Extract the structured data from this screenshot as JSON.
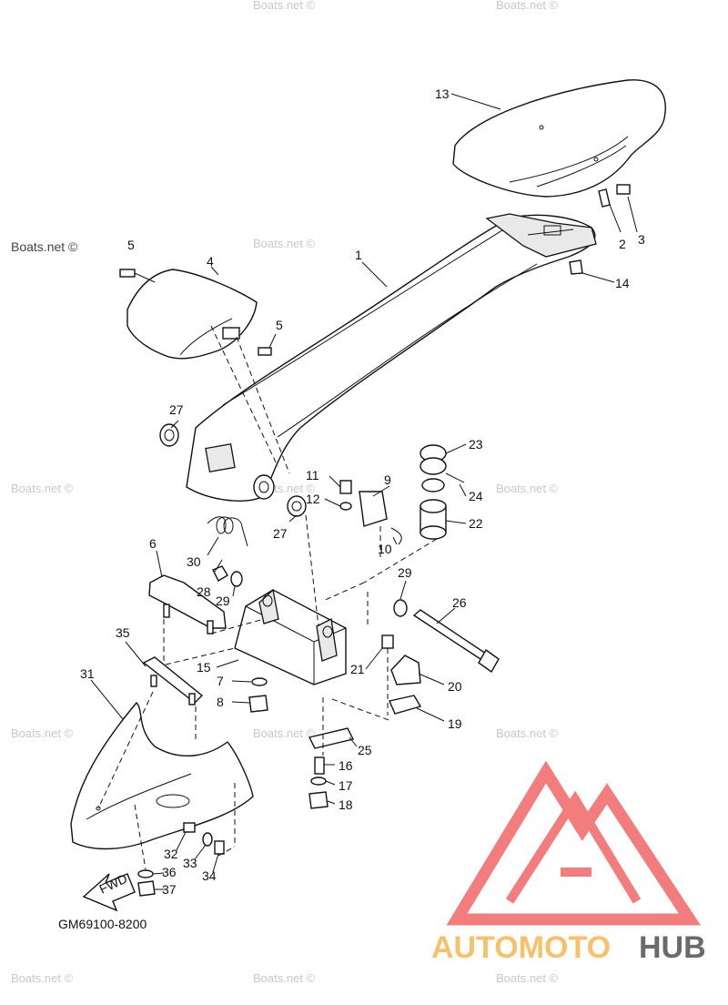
{
  "diagram": {
    "figure_code": "GM69100-8200",
    "fwd_label": "FWD",
    "callouts": [
      "1",
      "2",
      "3",
      "4",
      "5",
      "5",
      "6",
      "7",
      "8",
      "9",
      "10",
      "11",
      "12",
      "13",
      "14",
      "15",
      "16",
      "17",
      "18",
      "19",
      "20",
      "21",
      "22",
      "23",
      "24",
      "25",
      "26",
      "27",
      "27",
      "28",
      "29",
      "29",
      "30",
      "31",
      "32",
      "33",
      "34",
      "35",
      "36",
      "37"
    ]
  },
  "watermarks": {
    "site": "Boats.net ©",
    "brand_left": "AUTOMOTO",
    "brand_right": "HUB",
    "brand_colors": {
      "primary": "#f08a8a",
      "logo": "#f26b6b",
      "accent": "#f7c16a",
      "dark": "#6a6a6a"
    }
  }
}
